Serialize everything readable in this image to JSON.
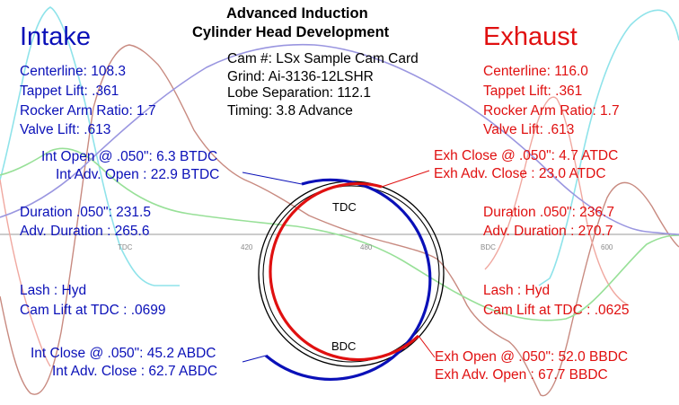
{
  "header": {
    "title_line1": "Advanced Induction",
    "title_line2": "Cylinder Head Development"
  },
  "cam_info": {
    "cam": "Cam #:  LSx Sample Cam Card",
    "grind": "Grind:  Ai-3136-12LSHR",
    "lobe_separation": "Lobe Separation: 112.1",
    "timing": "Timing: 3.8  Advance"
  },
  "intake": {
    "heading": "Intake",
    "centerline": "Centerline: 108.3",
    "tappet_lift": "Tappet Lift: .361",
    "rocker_ratio": "Rocker Arm Ratio: 1.7",
    "valve_lift": "Valve Lift: .613",
    "open_050": "Int Open @ .050\": 6.3 BTDC",
    "adv_open": "Int Adv. Open : 22.9 BTDC",
    "duration_050": "Duration .050\": 231.5",
    "adv_duration": "Adv. Duration : 265.6",
    "lash": "Lash : Hyd",
    "cam_lift_tdc": "Cam Lift at TDC : .0699",
    "close_050": "Int Close @ .050\": 45.2 ABDC",
    "adv_close": "Int Adv. Close : 62.7 ABDC"
  },
  "exhaust": {
    "heading": "Exhaust",
    "centerline": "Centerline: 116.0",
    "tappet_lift": "Tappet Lift: .361",
    "rocker_ratio": "Rocker Arm Ratio: 1.7",
    "valve_lift": "Valve Lift: .613",
    "close_050": "Exh Close @ .050\": 4.7 ATDC",
    "adv_close": "Exh Adv. Close : 23.0 ATDC",
    "duration_050": "Duration .050\": 236.7",
    "adv_duration": "Adv. Duration : 270.7",
    "lash": "Lash : Hyd",
    "cam_lift_tdc": "Cam Lift at TDC : .0625",
    "open_050": "Exh Open @ .050\": 52.0 BBDC",
    "adv_open": "Exh Adv. Open : 67.7 BBDC"
  },
  "axis_ticks": [
    "TDC",
    "420",
    "480",
    "BDC",
    "600"
  ],
  "circle_labels": {
    "top": "TDC",
    "bottom": "BDC"
  },
  "colors": {
    "intake": "#0a10b8",
    "exhaust": "#e01010",
    "intake_lift_curve": "#8fe3ea",
    "exhaust_lift_curve": "#f0a8a0",
    "green_curve": "#98e098",
    "purple_curve": "#9a96e0",
    "brown_curve": "#c88a80"
  }
}
